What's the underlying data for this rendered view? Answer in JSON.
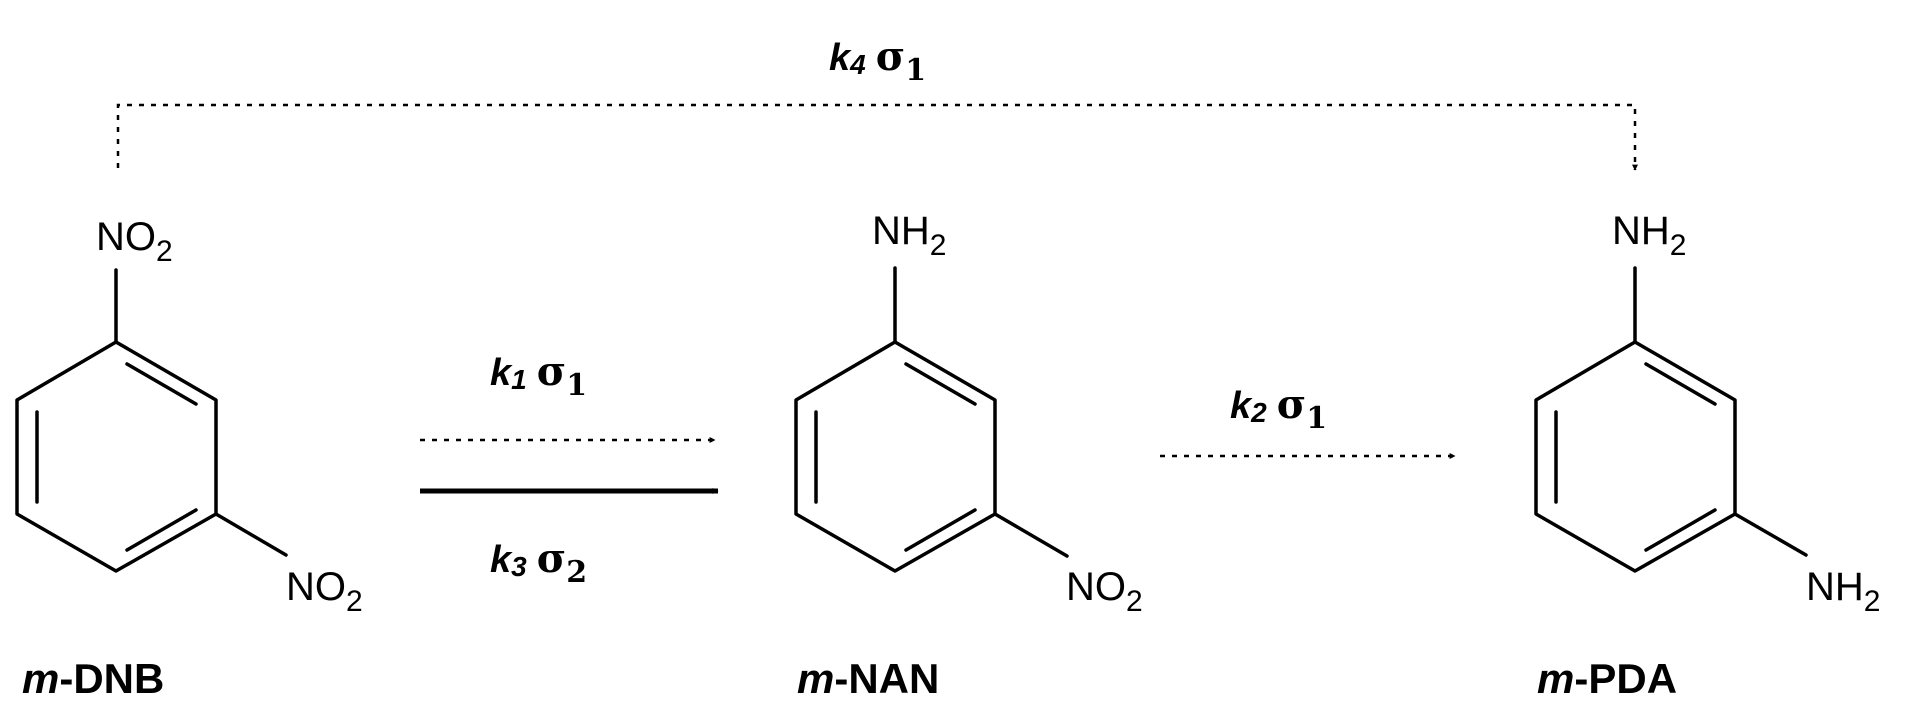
{
  "compounds": {
    "dnb": {
      "prefix": "m",
      "name": "-DNB",
      "group_top": "NO",
      "group_top_sub": "2",
      "group_bottom": "NO",
      "group_bottom_sub": "2"
    },
    "nan": {
      "prefix": "m",
      "name": "-NAN",
      "group_top": "NH",
      "group_top_sub": "2",
      "group_bottom": "NO",
      "group_bottom_sub": "2"
    },
    "pda": {
      "prefix": "m",
      "name": "-PDA",
      "group_top": "NH",
      "group_top_sub": "2",
      "group_bottom": "NH",
      "group_bottom_sub": "2"
    }
  },
  "rates": {
    "k1": {
      "k": "k",
      "k_sub": "1",
      "sigma": "σ",
      "sigma_sub": "1"
    },
    "k2": {
      "k": "k",
      "k_sub": "2",
      "sigma": "σ",
      "sigma_sub": "1"
    },
    "k3": {
      "k": "k",
      "k_sub": "3",
      "sigma": "σ",
      "sigma_sub": "2"
    },
    "k4": {
      "k": "k",
      "k_sub": "4",
      "sigma": "σ",
      "sigma_sub": "1"
    }
  }
}
